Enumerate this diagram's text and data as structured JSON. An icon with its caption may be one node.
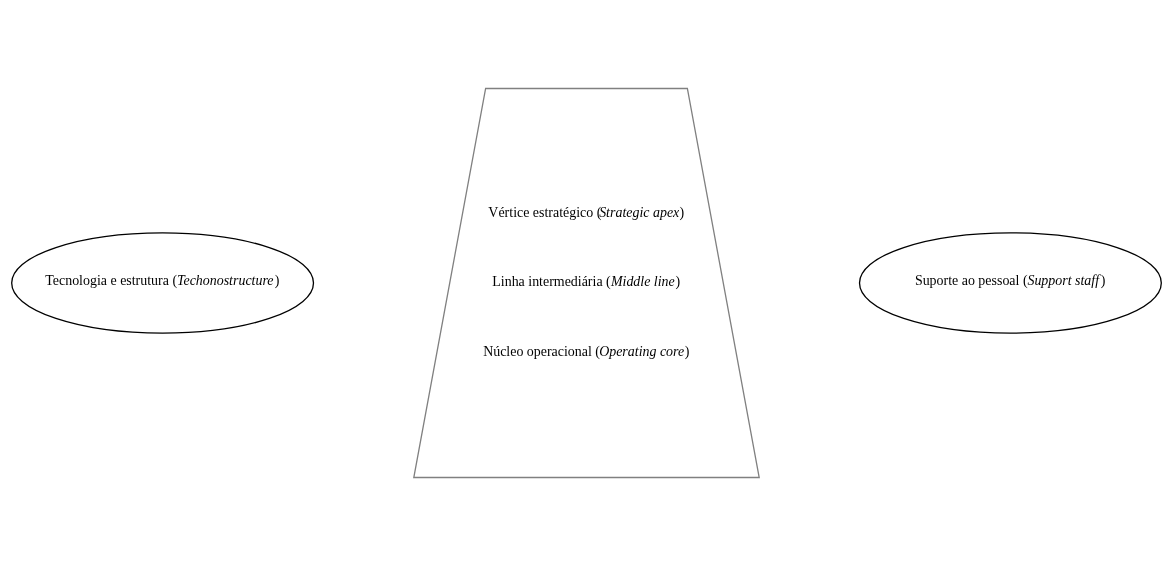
{
  "diagram": {
    "nodes": [
      {
        "text": [
          "Tecnologia e estrutura (*Techonostructure*)"
        ]
      },
      {
        "text": [
          "Vértice estratégico (*Strategic apex*)",
          "Linha intermediária (*Middle line*)",
          "Núcleo operacional (*Operating core*)"
        ]
      },
      {
        "text": [
          "Suporte ao pessoal (*Support staff*)"
        ]
      }
    ],
    "edges": []
  }
}
